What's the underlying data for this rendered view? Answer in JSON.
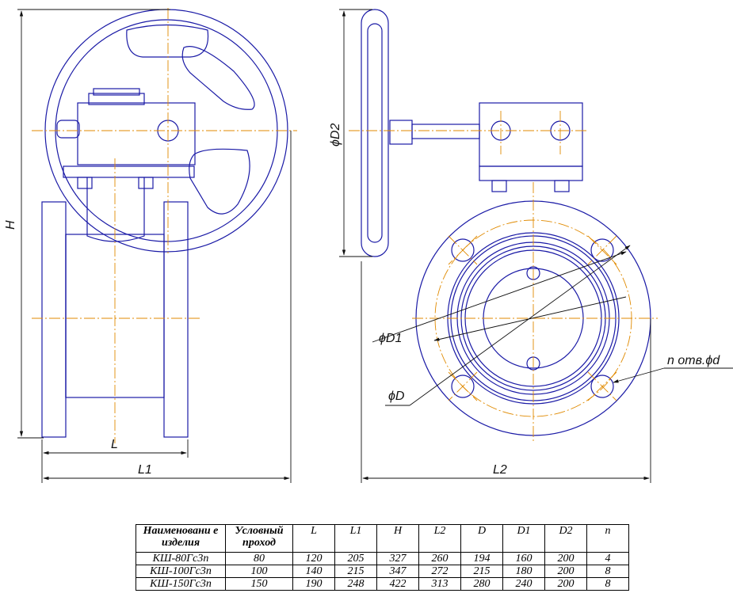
{
  "drawing": {
    "labels": {
      "H": "H",
      "L": "L",
      "L1": "L1",
      "L2": "L2",
      "D2": "ϕD2",
      "D1": "ϕD1",
      "D": "ϕD",
      "holes": "n отв.ϕd"
    },
    "colors": {
      "outline": "#1a1aa6",
      "centerline": "#e08a00",
      "dimension": "#111111"
    }
  },
  "table": {
    "headers": [
      "Наименовани е изделия",
      "Условный проход",
      "L",
      "L1",
      "H",
      "L2",
      "D",
      "D1",
      "D2",
      "n"
    ],
    "rows": [
      [
        "КШ-80Гс3п",
        "80",
        "120",
        "205",
        "327",
        "260",
        "194",
        "160",
        "200",
        "4"
      ],
      [
        "КШ-100Гс3п",
        "100",
        "140",
        "215",
        "347",
        "272",
        "215",
        "180",
        "200",
        "8"
      ],
      [
        "КШ-150Гс3п",
        "150",
        "190",
        "248",
        "422",
        "313",
        "280",
        "240",
        "200",
        "8"
      ]
    ]
  }
}
